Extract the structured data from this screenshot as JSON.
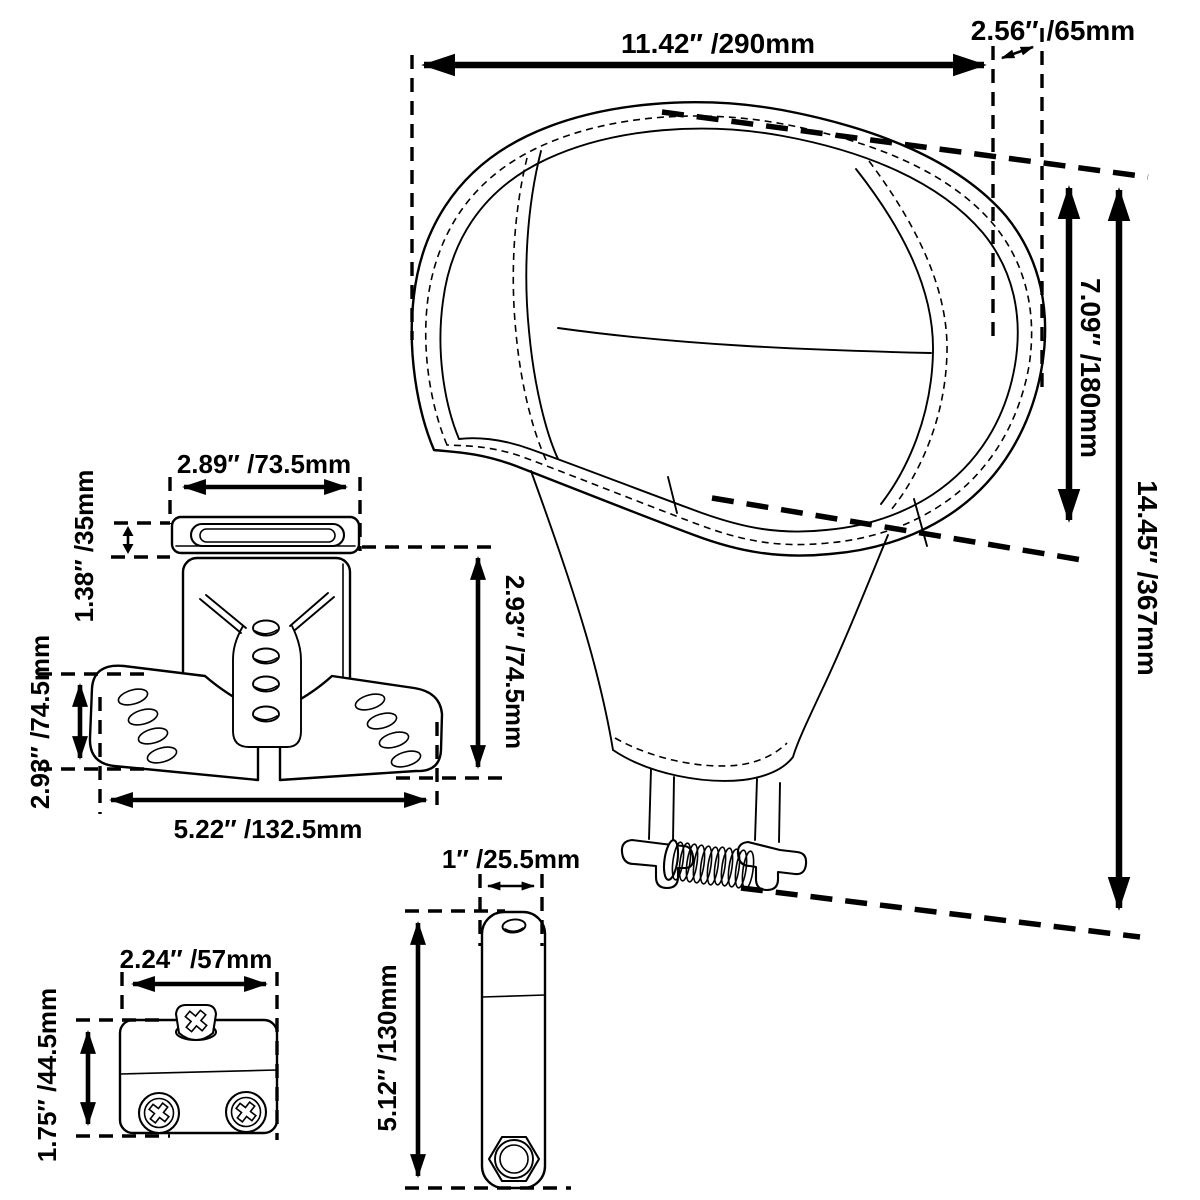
{
  "diagram": {
    "kind": "technical-dimension-diagram",
    "colors": {
      "line": "#000000",
      "background": "#ffffff"
    },
    "units": [
      "inch",
      "mm"
    ]
  },
  "dimensions": {
    "pad": {
      "width": {
        "label": "11.42″ /290mm",
        "inches": 11.42,
        "mm": 290
      },
      "top_depth": {
        "label": "2.56″ /65mm",
        "inches": 2.56,
        "mm": 65
      },
      "height": {
        "label": "7.09″ /180mm",
        "inches": 7.09,
        "mm": 180
      },
      "overall_height": {
        "label": "14.45″ /367mm",
        "inches": 14.45,
        "mm": 367
      }
    },
    "bracket": {
      "plate_width": {
        "label": "2.89″ /73.5mm",
        "inches": 2.89,
        "mm": 73.5
      },
      "plate_thickness": {
        "label": "1.38″ /35mm",
        "inches": 1.38,
        "mm": 35
      },
      "drop_height": {
        "label": "2.93″ /74.5mm",
        "inches": 2.93,
        "mm": 74.5
      },
      "foot_height": {
        "label": "2.93″ /74.5mm",
        "inches": 2.93,
        "mm": 74.5
      },
      "base_width": {
        "label": "5.22″ /132.5mm",
        "inches": 5.22,
        "mm": 132.5
      }
    },
    "arm": {
      "width": {
        "label": "1″ /25.5mm",
        "inches": 1.0,
        "mm": 25.5
      },
      "length": {
        "label": "5.12″ /130mm",
        "inches": 5.12,
        "mm": 130
      }
    },
    "clamp": {
      "width": {
        "label": "2.24″ /57mm",
        "inches": 2.24,
        "mm": 57
      },
      "height": {
        "label": "1.75″ /44.5mm",
        "inches": 1.75,
        "mm": 44.5
      }
    }
  }
}
